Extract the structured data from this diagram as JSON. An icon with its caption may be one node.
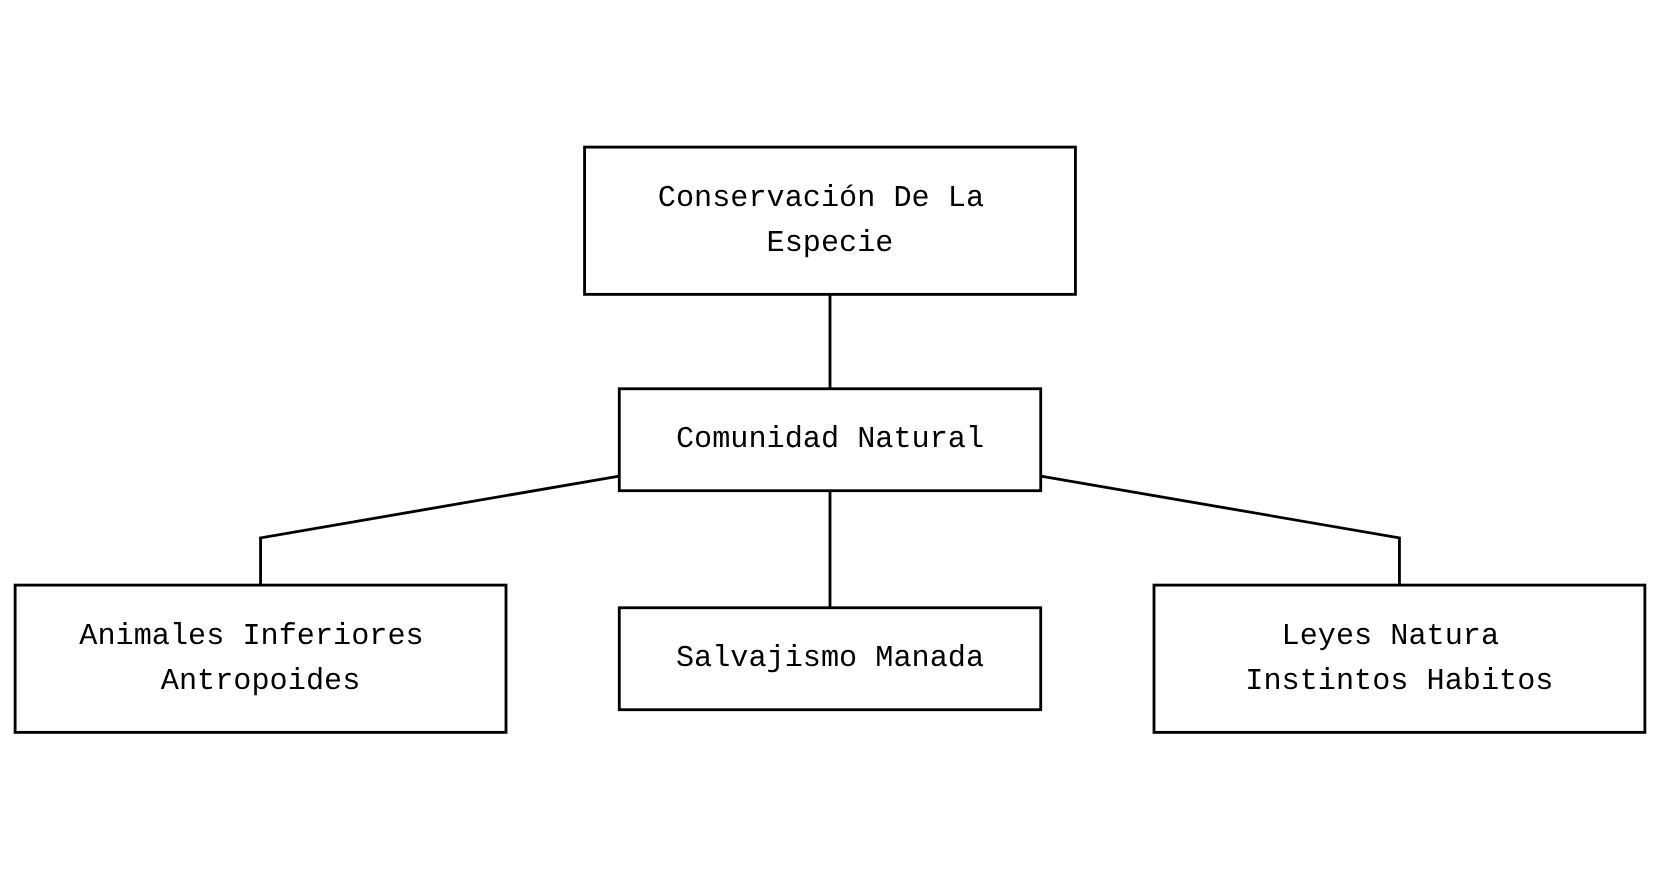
{
  "diagram": {
    "nodes": [
      {
        "text": [
          "Conservación De La Especie"
        ]
      },
      {
        "text": [
          "Animales Inferiores Antropoides"
        ]
      },
      {
        "text": [
          "Comunidad Natural"
        ]
      },
      {
        "text": [
          "Salvajismo Manada"
        ]
      },
      {
        "text": [
          "Leyes Natura Instintos Habitos"
        ]
      }
    ],
    "edges": [
      {
        "from": 0,
        "to": 2,
        "arrow": "none"
      },
      {
        "from": 2,
        "to": 1,
        "arrow": "none"
      },
      {
        "from": 2,
        "to": 3,
        "arrow": "none"
      },
      {
        "from": 2,
        "to": 4,
        "arrow": "none"
      }
    ]
  }
}
